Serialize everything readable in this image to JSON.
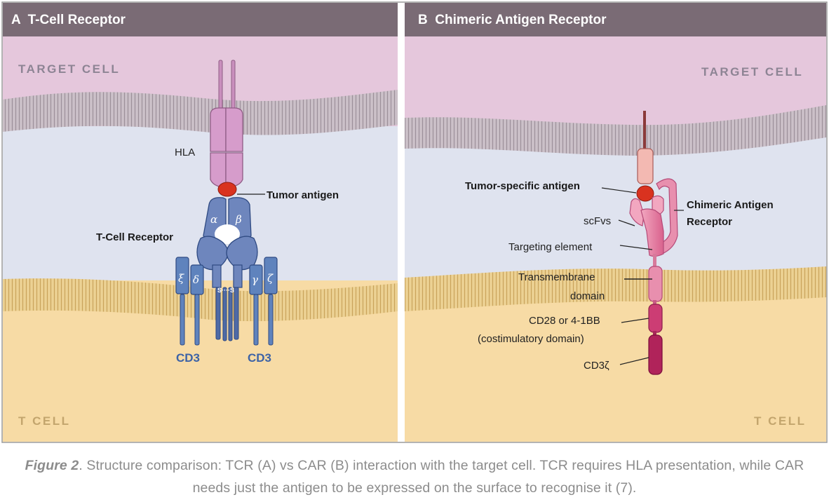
{
  "panel_a": {
    "title": "A  T-Cell Receptor",
    "target_cell": "TARGET CELL",
    "t_cell": "T CELL",
    "hla": "HLA",
    "tumor_antigen": "Tumor antigen",
    "t_cell_receptor": "T-Cell Receptor",
    "alpha": "α",
    "beta": "β",
    "xi": "ξ",
    "delta": "δ",
    "gamma": "γ",
    "zeta": "ζ",
    "disulfide": "S····S",
    "cd3_left": "CD3",
    "cd3_right": "CD3"
  },
  "panel_b": {
    "title": "B  Chimeric Antigen Receptor",
    "target_cell": "TARGET CELL",
    "t_cell": "T CELL",
    "tumor_specific_antigen": "Tumor-specific antigen",
    "chimeric_line1": "Chimeric Antigen",
    "chimeric_line2": "Receptor",
    "scfvs": "scFvs",
    "targeting_element": "Targeting element",
    "transmembrane_line1": "Transmembrane",
    "transmembrane_line2": "domain",
    "costim_line1": "CD28 or 4-1BB",
    "costim_line2": "(costimulatory domain)",
    "cd3z": "CD3ζ"
  },
  "caption": {
    "label": "Figure 2",
    "text": ". Structure comparison: TCR (A) vs CAR (B) interaction with the target cell. TCR requires HLA presentation, while CAR needs just the antigen to be expressed on the surface to recognise it (7)."
  },
  "colors": {
    "header": "#7a6b75",
    "target_cell": "#e5c7dc",
    "gap": "#dfe3ef",
    "t_cell": "#f7dba5",
    "membrane_top": "#c8bcc4",
    "membrane_bottom": "#e2c581",
    "hla": "#d69ccb",
    "antigen": "#d9321f",
    "tcr": "#6e86bd",
    "cd3": "#5f83bd",
    "car": "#e88fae",
    "car_dark": "#b0235a"
  }
}
